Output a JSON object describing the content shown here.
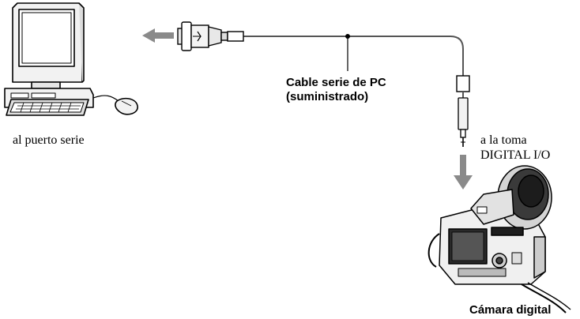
{
  "labels": {
    "port": "al puerto serie",
    "cable_line1": "Cable serie de PC",
    "cable_line2": "(suministrado)",
    "jack_line1": "a la toma",
    "jack_line2": "DIGITAL I/O",
    "camera": "Cámara digital"
  },
  "icons": {
    "computer": "desktop-computer-icon",
    "camera": "digital-camera-icon",
    "arrow_left": "arrow-left-icon",
    "arrow_down": "arrow-down-icon"
  },
  "colors": {
    "ink": "#000000",
    "arrow": "#8a8a8a",
    "cable": "#555555"
  }
}
